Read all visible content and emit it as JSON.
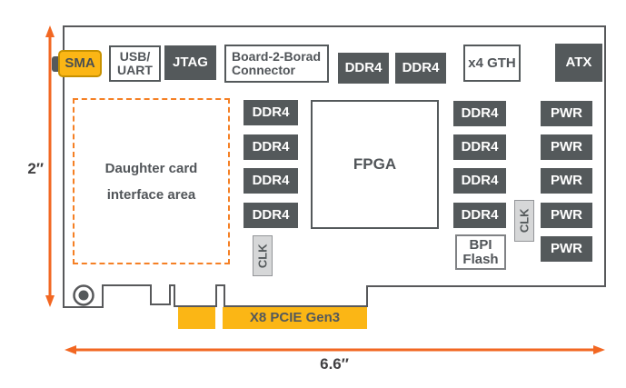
{
  "board": {
    "sma": "SMA",
    "usb_uart_line1": "USB/",
    "usb_uart_line2": "UART",
    "jtag": "JTAG",
    "b2b_line1": "Board-2-Borad",
    "b2b_line2": "Connector",
    "top_ddr4": [
      "DDR4",
      "DDR4"
    ],
    "x4gth": "x4 GTH",
    "atx": "ATX",
    "daughter_line1": "Daughter card",
    "daughter_line2": "interface area",
    "left_ddr4": [
      "DDR4",
      "DDR4",
      "DDR4",
      "DDR4"
    ],
    "left_clk": "CLK",
    "fpga": "FPGA",
    "right_ddr4": [
      "DDR4",
      "DDR4",
      "DDR4",
      "DDR4"
    ],
    "right_clk": "CLK",
    "bpi_line1": "BPI",
    "bpi_line2": "Flash",
    "pwr": [
      "PWR",
      "PWR",
      "PWR",
      "PWR",
      "PWR"
    ],
    "pcie_label": "X8 PCIE Gen3"
  },
  "dimensions": {
    "height": "2″",
    "width": "6.6″"
  },
  "colors": {
    "block_dark": "#54595B",
    "yellow": "#FBB615",
    "arrow_orange": "#F26722",
    "dash_orange": "#F58025",
    "outline_gray": "#58595B",
    "clk_fill": "#D6D7D8"
  }
}
